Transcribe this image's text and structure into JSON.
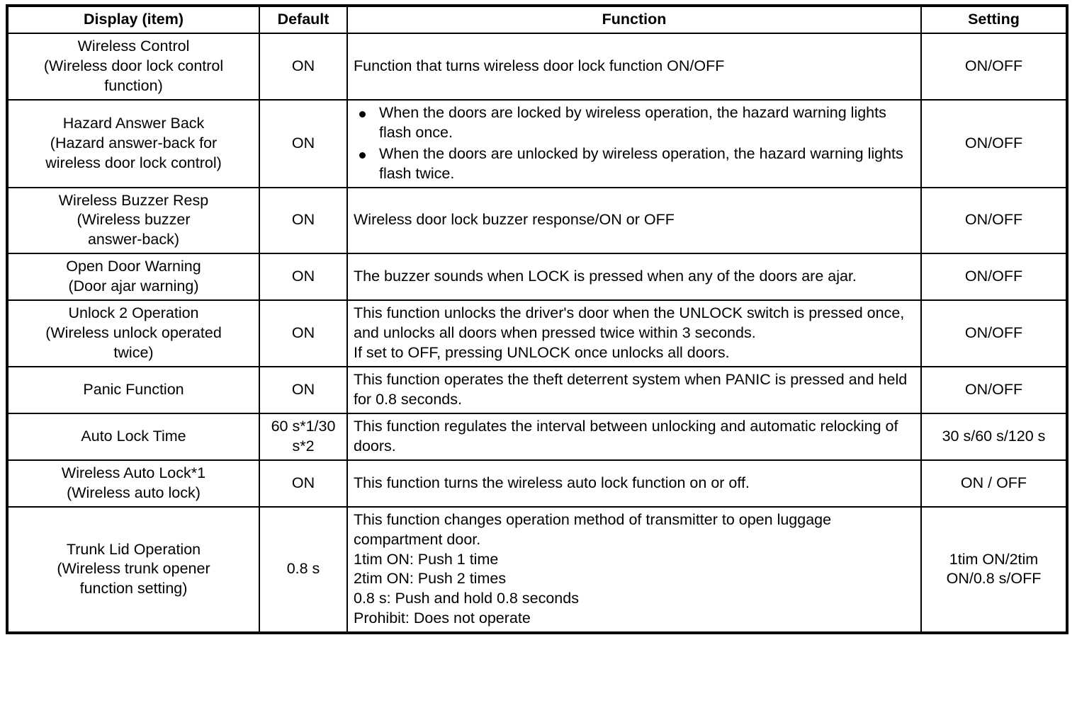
{
  "table": {
    "columns": [
      {
        "key": "display",
        "label": "Display (item)"
      },
      {
        "key": "default",
        "label": "Default"
      },
      {
        "key": "function",
        "label": "Function"
      },
      {
        "key": "setting",
        "label": "Setting"
      }
    ],
    "rows": [
      {
        "display_line1": "Wireless Control",
        "display_line2": "(Wireless door lock control",
        "display_line3": "function)",
        "default": "ON",
        "function_line1": "Function that turns wireless door lock function ON/OFF",
        "setting": "ON/OFF"
      },
      {
        "display_line1": "Hazard Answer Back",
        "display_line2": "(Hazard answer-back for",
        "display_line3": "wireless door lock control)",
        "default": "ON",
        "bullet1": "When the doors are locked by wireless operation, the hazard warning lights flash once.",
        "bullet2": "When the doors are unlocked by wireless operation, the hazard warning lights flash twice.",
        "setting": "ON/OFF"
      },
      {
        "display_line1": "Wireless Buzzer Resp",
        "display_line2": "(Wireless buzzer",
        "display_line3": "answer-back)",
        "default": "ON",
        "function_line1": "Wireless door lock buzzer response/ON or OFF",
        "setting": "ON/OFF"
      },
      {
        "display_line1": "Open Door Warning",
        "display_line2": "(Door ajar warning)",
        "default": "ON",
        "function_line1": "The buzzer sounds when LOCK is pressed when any of the doors are ajar.",
        "setting": "ON/OFF"
      },
      {
        "display_line1": "Unlock 2 Operation",
        "display_line2": "(Wireless unlock operated",
        "display_line3": "twice)",
        "default": "ON",
        "function_line1": "This function unlocks the driver's door when the UNLOCK switch is pressed once, and unlocks all doors when pressed twice within 3 seconds.",
        "function_line2": "If set to OFF, pressing UNLOCK once unlocks all doors.",
        "setting": "ON/OFF"
      },
      {
        "display_line1": "Panic Function",
        "default": "ON",
        "function_line1": "This function operates the theft deterrent system when PANIC is pressed and held for 0.8 seconds.",
        "setting": "ON/OFF"
      },
      {
        "display_line1": "Auto Lock Time",
        "default": "60 s*1/30 s*2",
        "function_line1": "This function regulates the interval between unlocking and automatic relocking of doors.",
        "setting": "30 s/60 s/120 s"
      },
      {
        "display_line1": "Wireless Auto Lock*1",
        "display_line2": "(Wireless auto lock)",
        "default": "ON",
        "function_line1": "This function turns the wireless auto lock function on or off.",
        "setting": "ON / OFF"
      },
      {
        "display_line1": "Trunk Lid Operation",
        "display_line2": "(Wireless trunk opener",
        "display_line3": "function setting)",
        "default": "0.8 s",
        "function_line1": "This function changes operation method of transmitter to open luggage compartment door.",
        "function_line2": "1tim ON: Push 1 time",
        "function_line3": "2tim ON: Push 2 times",
        "function_line4": "0.8 s: Push and hold 0.8 seconds",
        "function_line5": "Prohibit: Does not operate",
        "setting_line1": "1tim ON/2tim",
        "setting_line2": "ON/0.8 s/OFF"
      }
    ]
  }
}
